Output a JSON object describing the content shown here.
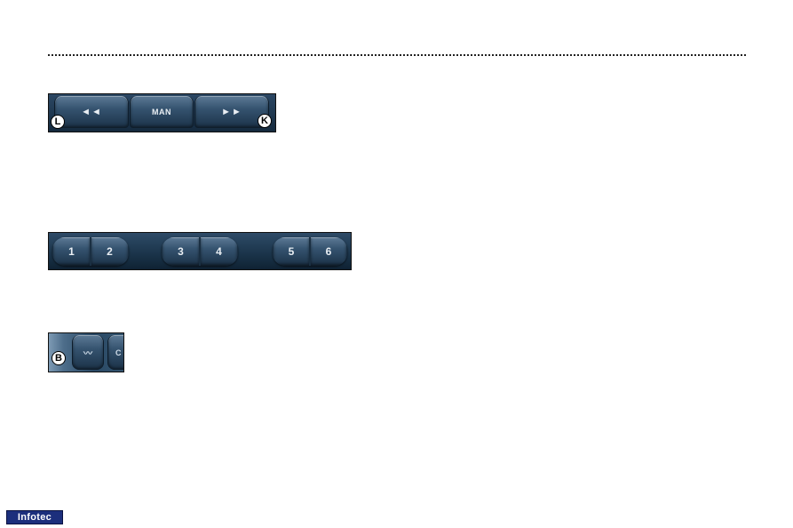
{
  "tuning_panel": {
    "seek_back_label": "◄◄",
    "manual_label": "MAN",
    "seek_forward_label": "►►",
    "callout_left": "L",
    "callout_right": "K"
  },
  "preset_panel": {
    "groups": [
      {
        "left": "1",
        "right": "2"
      },
      {
        "left": "3",
        "right": "4"
      },
      {
        "left": "5",
        "right": "6"
      }
    ]
  },
  "band_panel": {
    "band_button_icon": "wave-icon",
    "band_button_glyph": "〰",
    "partial_button_glyph": "C",
    "callout": "B"
  },
  "footer": {
    "logo_text": "Infotec"
  },
  "colors": {
    "panel_blue": "#1c3650",
    "button_highlight": "#5d7a96",
    "logo_blue": "#1c2f7c"
  }
}
